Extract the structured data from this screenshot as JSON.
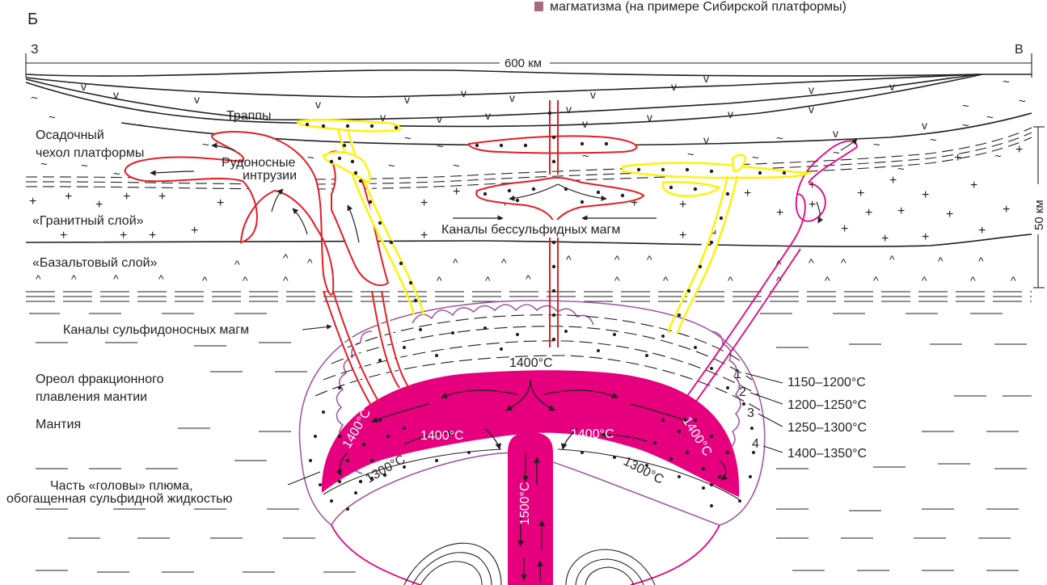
{
  "figure": {
    "panel_letter": "Б",
    "caption_fragment": "магматизма (на примере Сибирской платформы)",
    "caption_marker_color": "#a56b79",
    "colors": {
      "plume_head": "#e6007e",
      "sulfide_channels": "#e31e24",
      "sulfide_free_channels": "#fff200",
      "fractional_melting_halo": "#a05aa0",
      "lines": "#231f20"
    }
  },
  "scale": {
    "west": "З",
    "east": "В",
    "width_label": "600 км",
    "depth_label": "50 км"
  },
  "labels": {
    "traps": "Траппы",
    "sedimentary_line1": "Осадочный",
    "sedimentary_line2": "чехол платформы",
    "ore_line1": "Рудоносные",
    "ore_line2": "интрузии",
    "granite": "«Гранитный слой»",
    "basalt": "«Базальтовый слой»",
    "sulfide_free": "Каналы бессульфидных магм",
    "sulfide_bearing": "Каналы сульфидоносных магм",
    "halo_line1": "Ореол фракционного",
    "halo_line2": "плавления мантии",
    "mantle": "Мантия",
    "plume_part_line1": "Часть «головы» плюма,",
    "plume_part_line2": "обогащенная сульфидной жидкостью"
  },
  "temperatures": {
    "top": "1400°C",
    "left_inner": "1400°C",
    "right_inner": "1400°C",
    "left_edge": "1400°C",
    "right_edge": "1400°C",
    "left_lower": "1300°C",
    "right_lower": "1300°C",
    "stem": "1500°C"
  },
  "zones": [
    {
      "number": "1",
      "range": "1150–1200°C"
    },
    {
      "number": "2",
      "range": "1200–1250°C"
    },
    {
      "number": "3",
      "range": "1250–1300°C"
    },
    {
      "number": "4",
      "range": "1400–1350°C"
    }
  ]
}
